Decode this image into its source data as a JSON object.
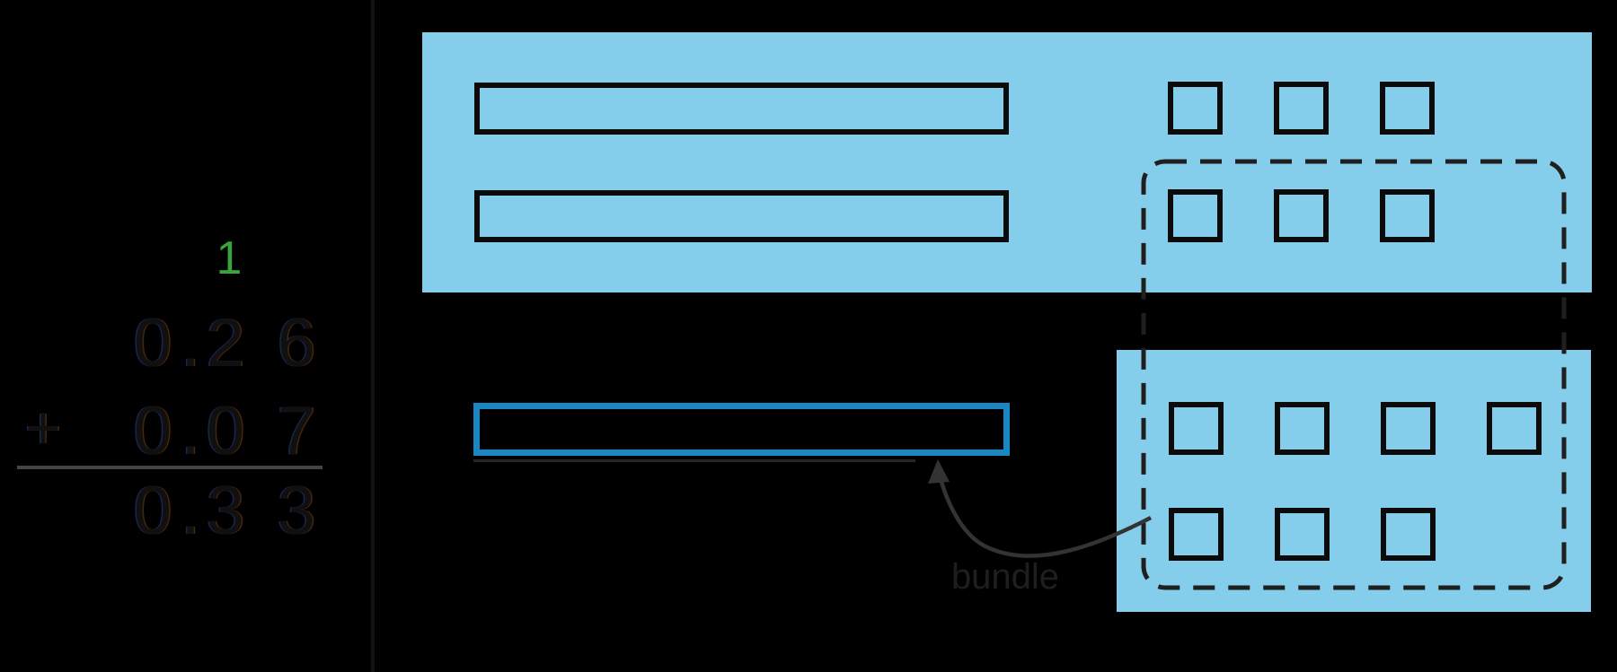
{
  "colors": {
    "background": "#000000",
    "panel_fill": "#85CEEB",
    "block_outline": "#0B0B0B",
    "bundled_bar_outline": "#1987C1",
    "carry_green": "#3AA33A",
    "annotation_gray": "#333333"
  },
  "math": {
    "carry": "1",
    "plus": "+",
    "rows": {
      "top": [
        "0",
        ".",
        "2",
        "6"
      ],
      "middle": [
        "0",
        ".",
        "0",
        "7"
      ],
      "sum": [
        "0",
        ".",
        "3",
        "3"
      ]
    }
  },
  "diagram": {
    "top_panel": {
      "tenth_bars": 2,
      "row1_squares": 3,
      "row2_squares": 3
    },
    "bottom_panel": {
      "row1_squares": 4,
      "row2_squares": 3
    },
    "bundled_tenth_bars": 1,
    "bundle_label": "bundle"
  }
}
